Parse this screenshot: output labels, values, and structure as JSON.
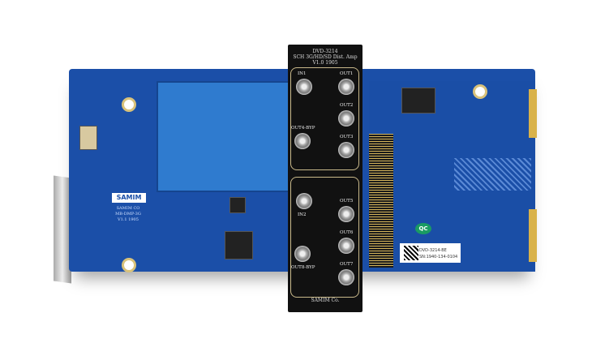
{
  "panel": {
    "model": "DVD-3214",
    "description": "SCH 3G/HD/SD Dist. Amp",
    "version": "V1.0 1905",
    "ports": [
      "IN1",
      "OUT1",
      "OUT2",
      "OUT4-BYP",
      "OUT3",
      "IN2",
      "OUT5",
      "OUT6",
      "OUT8-BYP",
      "OUT7"
    ],
    "brand": "SAMIM Co."
  },
  "board": {
    "logo": "SAMIM",
    "silkscreen": [
      "SAMIM CO",
      "MB-DMP-3G",
      "V1.1 1905"
    ],
    "label_model": "DVD-3214-BE",
    "label_serial": "SN:1940-134-0104",
    "qc_badge": "QC"
  }
}
